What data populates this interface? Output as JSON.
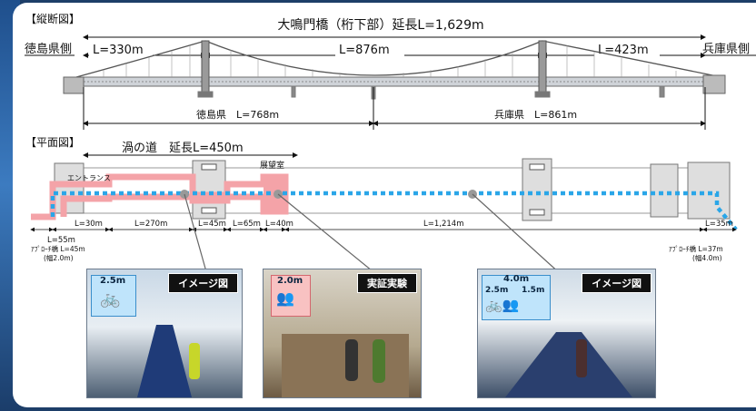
{
  "elevation": {
    "section_label": "【縦断図】",
    "title": "大鳴門橋（桁下部）延長L=1,629m",
    "left_side": "徳島県側",
    "right_side": "兵庫県側",
    "spans": [
      "L=330m",
      "L=876m",
      "L=423m"
    ],
    "tokushima": "徳島県　L=768m",
    "hyogo": "兵庫県　L=861m"
  },
  "plan": {
    "section_label": "【平面図】",
    "path_title": "渦の道　延長L=450m",
    "entrance": "エントランス",
    "observation": "展望室",
    "segments": [
      "L=55m",
      "L=30m",
      "L=270m",
      "L=45m",
      "L=65m",
      "L=40m",
      "L=1,214m",
      "L=35m"
    ],
    "approach_left": "ｱﾌﾟﾛｰﾁ橋 L=45m",
    "approach_left_width": "(幅2.0m)",
    "approach_right": "ｱﾌﾟﾛｰﾁ橋 L=37m",
    "approach_right_width": "(幅4.0m)"
  },
  "photos": [
    {
      "label": "イメージ図",
      "width": "2.5m"
    },
    {
      "label": "実証実験",
      "width": "2.0m"
    },
    {
      "label": "イメージ図",
      "width": "4.0m",
      "sub_widths": [
        "2.5m",
        "1.5m"
      ]
    }
  ],
  "colors": {
    "pink": "#f4a3a8",
    "blue_dot": "#2aa6e8",
    "bridge": "#7a7a7a",
    "bg": "#1d3e68"
  }
}
